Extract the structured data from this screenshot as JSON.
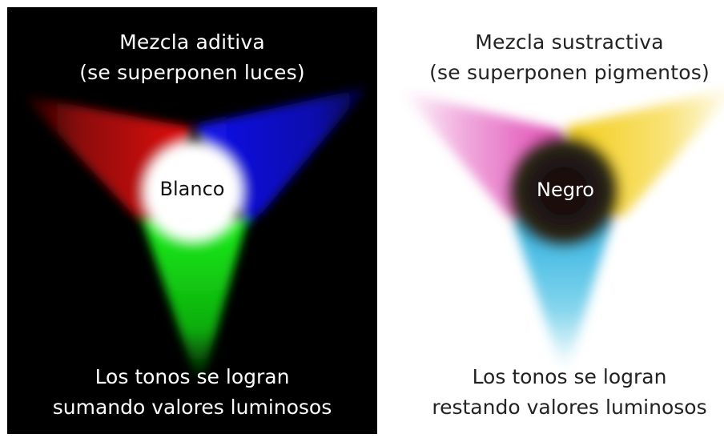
{
  "additive": {
    "title_line1": "Mezcla aditiva",
    "title_line2": "(se superponen luces)",
    "center_label": "Blanco",
    "caption_line1": "Los tonos se logran",
    "caption_line2": "sumando valores luminosos",
    "colors": {
      "background": "#000000",
      "red": "#e01010",
      "green": "#10e010",
      "blue": "#1010e8",
      "center": "#ffffff"
    }
  },
  "subtractive": {
    "title_line1": "Mezcla sustractiva",
    "title_line2": "(se superponen pigmentos)",
    "center_label": "Negro",
    "caption_line1": "Los tonos se logran",
    "caption_line2": "restando valores luminosos",
    "colors": {
      "background": "#ffffff",
      "magenta": "#e040b0",
      "yellow": "#f5d020",
      "cyan": "#30b8e0",
      "center": "#201010"
    }
  }
}
